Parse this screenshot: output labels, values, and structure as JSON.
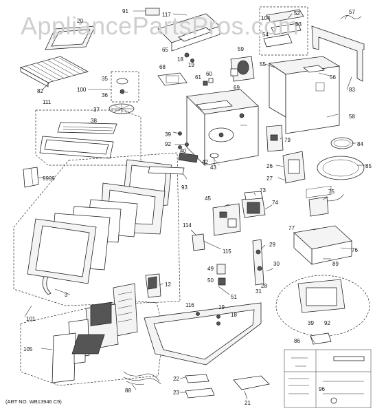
{
  "watermark": "AppliancePartsPros.com",
  "art_number": "(ART NO. WB13946 C9)",
  "callouts": {
    "c91": "91",
    "c117": "117",
    "c104": "104",
    "c52": "52",
    "c53": "53",
    "c57": "57",
    "c54": "54",
    "c65": "65",
    "c18a": "18",
    "c19a": "19",
    "c59": "59",
    "c55": "55",
    "c56": "56",
    "c83": "83",
    "c82": "82",
    "c68": "68",
    "c61": "61",
    "c60": "60",
    "c69": "69",
    "c35": "35",
    "c100": "100",
    "c36": "36",
    "c37": "37",
    "c38": "38",
    "c58": "58",
    "c111": "111",
    "c39a": "39",
    "c92a": "92",
    "c40": "40",
    "c79": "79",
    "c84": "84",
    "c42": "42",
    "c43": "43",
    "c26": "26",
    "c85": "85",
    "c9999": "9999",
    "c93": "93",
    "c27": "27",
    "c73": "73",
    "c75": "75",
    "c45": "45",
    "c74": "74",
    "c114": "114",
    "c77": "77",
    "c115": "115",
    "c29": "29",
    "c76": "76",
    "c89": "89",
    "c49": "49",
    "c30": "30",
    "c50": "50",
    "c28": "28",
    "c31": "31",
    "c12": "12",
    "c51": "51",
    "c3": "3",
    "c101": "101",
    "c116": "116",
    "c19b": "19",
    "c18b": "18",
    "c39b": "39",
    "c92b": "92",
    "c105": "105",
    "c86": "86",
    "c22": "22",
    "c88": "88",
    "c96": "96",
    "c23": "23",
    "c21": "21",
    "c20": "20"
  }
}
